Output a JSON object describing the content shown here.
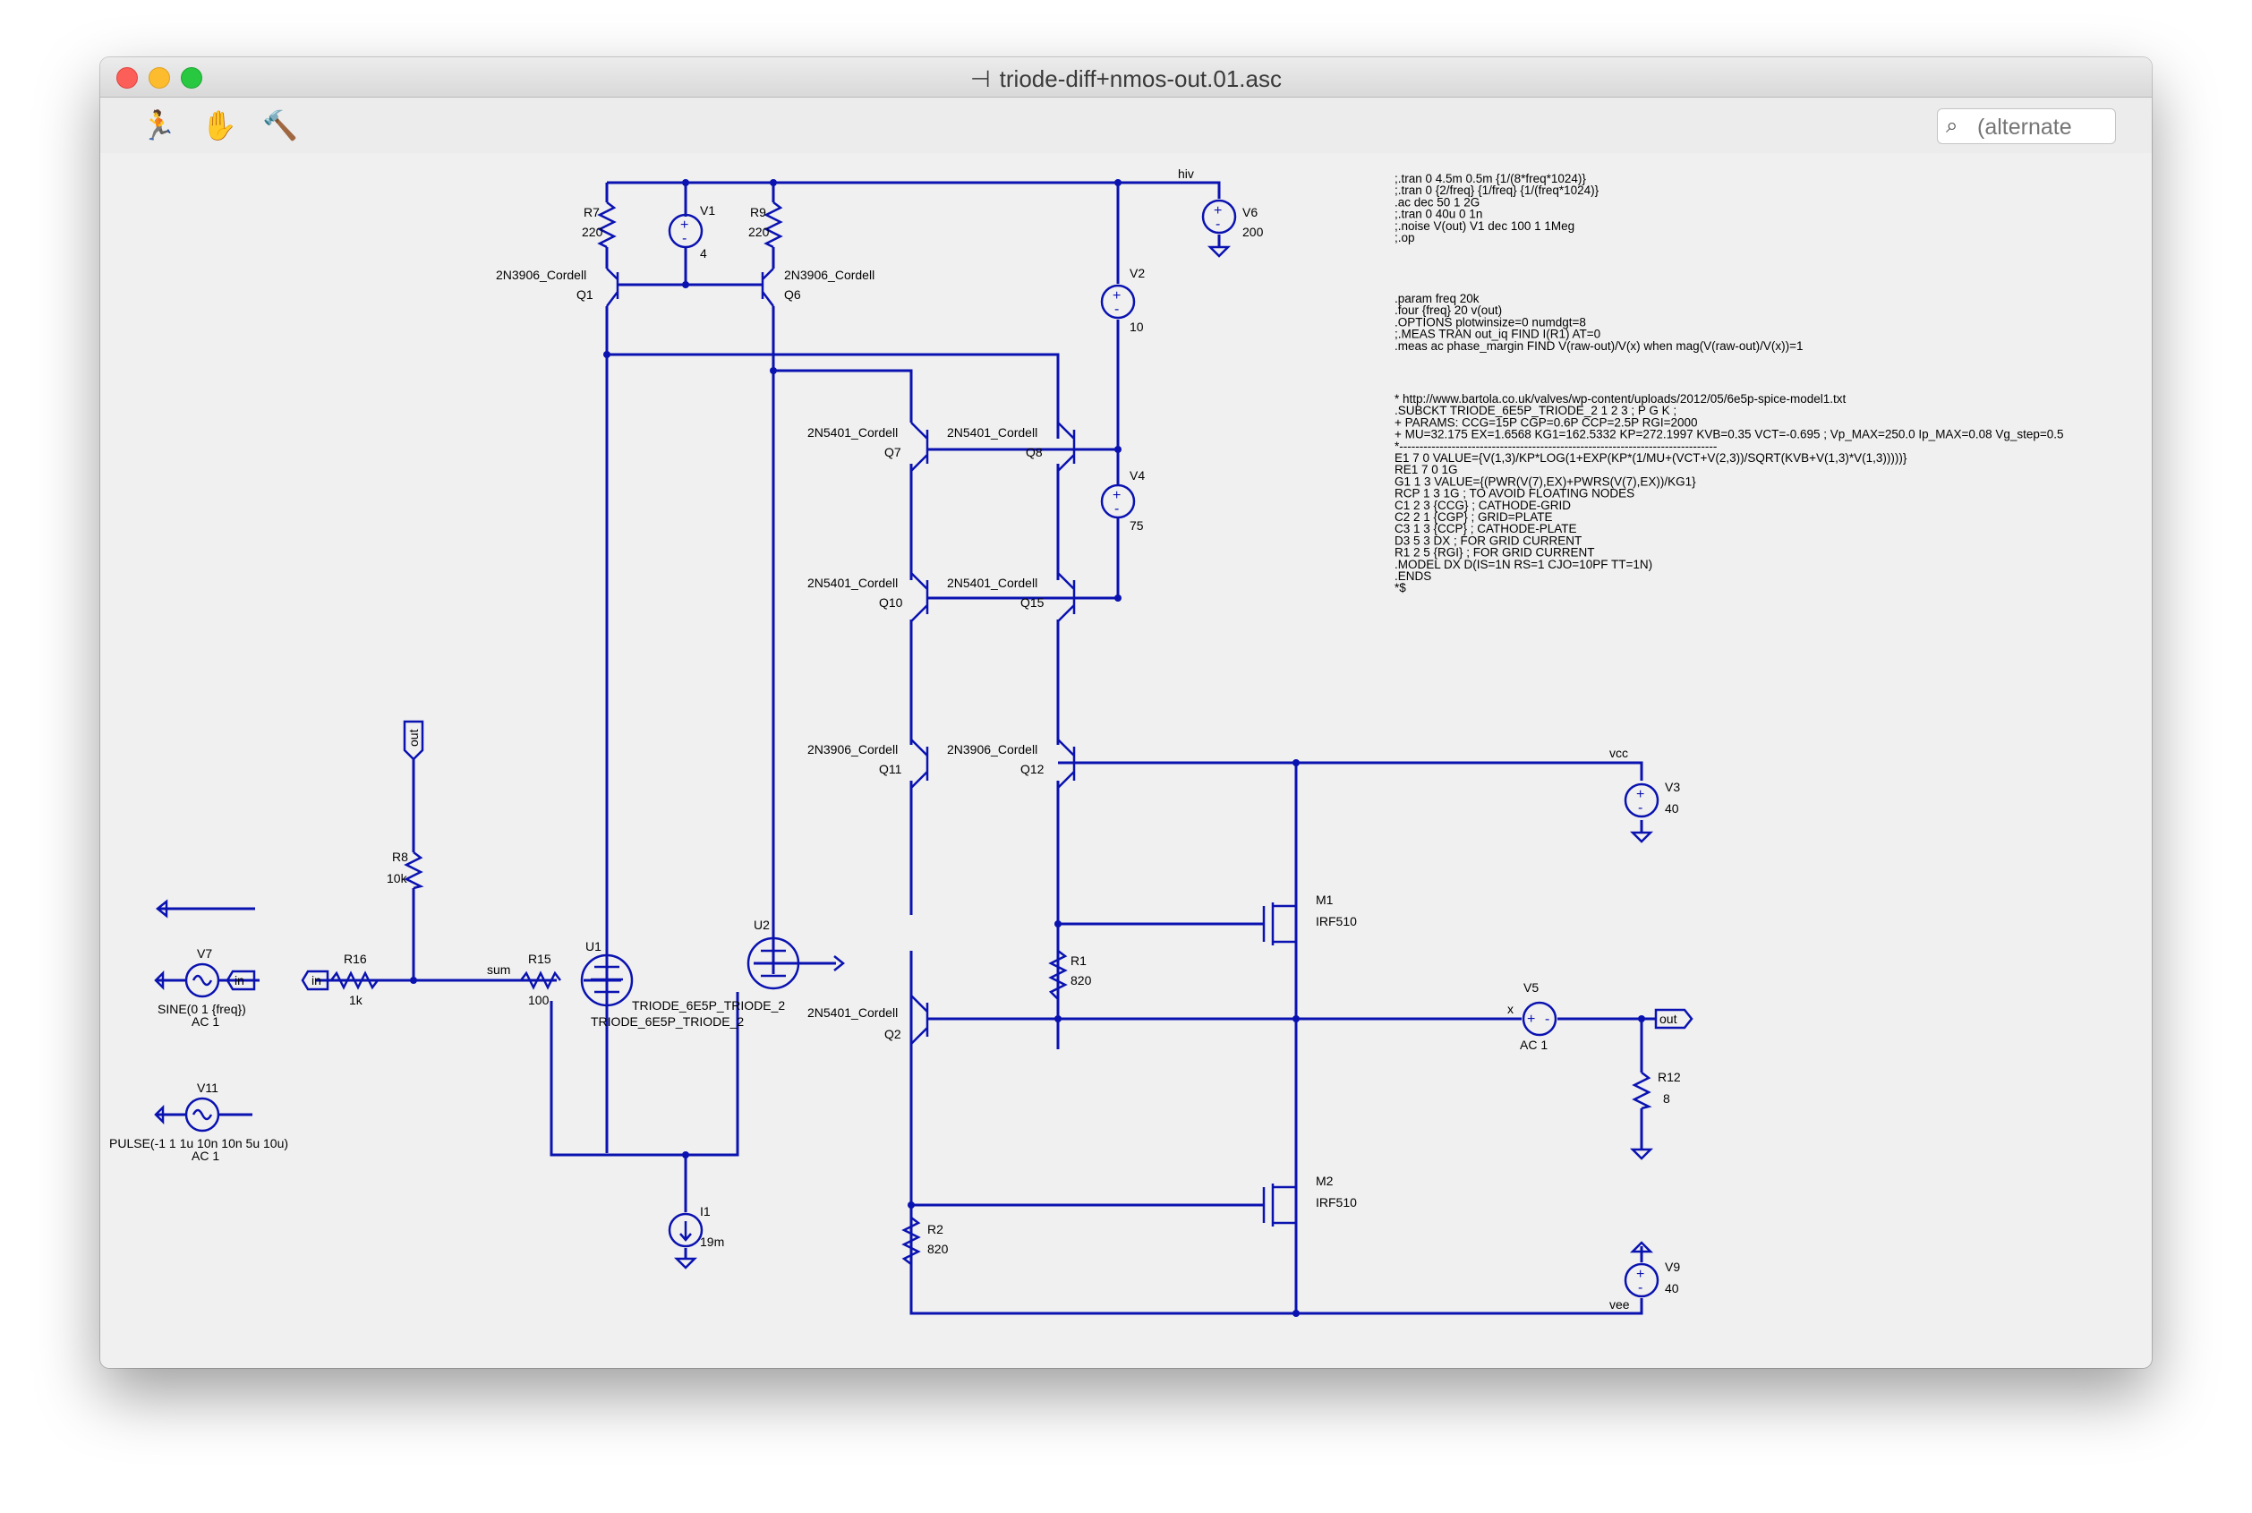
{
  "window": {
    "title": "triode-diff+nmos-out.01.asc"
  },
  "toolbar": {
    "tools": [
      "run-icon",
      "hand-icon",
      "hammer-icon"
    ],
    "search_placeholder": "(alternate"
  },
  "directives": {
    "group1": [
      ";.tran 0 4.5m 0.5m {1/(8*freq*1024)}",
      ";.tran 0 {2/freq} {1/freq} {1/(freq*1024)}",
      ".ac dec 50 1 2G",
      ";.tran 0 40u 0 1n",
      ";.noise V(out) V1 dec 100 1 1Meg",
      ";.op"
    ],
    "group2": [
      ".param freq 20k",
      ".four {freq} 20 v(out)",
      ".OPTIONS plotwinsize=0 numdgt=8",
      ";.MEAS TRAN out_iq FIND I(R1) AT=0",
      ".meas ac phase_margin FIND V(raw-out)/V(x) when mag(V(raw-out)/V(x))=1"
    ],
    "group3": [
      "* http://www.bartola.co.uk/valves/wp-content/uploads/2012/05/6e5p-spice-model1.txt",
      ".SUBCKT TRIODE_6E5P_TRIODE_2 1 2 3 ; P G K ;",
      "+ PARAMS: CCG=15P  CGP=0.6P CCP=2.5P RGI=2000",
      "+ MU=32.175 EX=1.6568 KG1=162.5332 KP=272.1997 KVB=0.35 VCT=-0.695 ; Vp_MAX=250.0 Ip_MAX=0.08 Vg_step=0.5",
      "*-------------------------------------------------------------------------------",
      "E1 7 0 VALUE={V(1,3)/KP*LOG(1+EXP(KP*(1/MU+(VCT+V(2,3))/SQRT(KVB+V(1,3)*V(1,3)))))}",
      "RE1 7 0 1G",
      "G1 1 3 VALUE={(PWR(V(7),EX)+PWRS(V(7),EX))/KG1}",
      "RCP 1 3 1G   ; TO AVOID FLOATING NODES",
      "C1 2 3 {CCG} ; CATHODE-GRID",
      "C2 2 1 {CGP} ; GRID=PLATE",
      "C3 1 3 {CCP} ; CATHODE-PLATE",
      "D3 5 3 DX ; FOR GRID CURRENT",
      "R1 2 5 {RGI} ; FOR GRID CURRENT",
      ".MODEL DX D(IS=1N RS=1 CJO=10PF TT=1N)",
      ".ENDS",
      "*$"
    ]
  },
  "components": {
    "r7": {
      "name": "R7",
      "value": "220"
    },
    "r9": {
      "name": "R9",
      "value": "220"
    },
    "v1": {
      "name": "V1",
      "value": "4"
    },
    "q1": {
      "model": "2N3906_Cordell",
      "name": "Q1"
    },
    "q6": {
      "model": "2N3906_Cordell",
      "name": "Q6"
    },
    "v6": {
      "name": "V6",
      "value": "200"
    },
    "v2": {
      "name": "V2",
      "value": "10"
    },
    "v4": {
      "name": "V4",
      "value": "75"
    },
    "q7": {
      "model": "2N5401_Cordell",
      "name": "Q7"
    },
    "q8": {
      "model": "2N5401_Cordell",
      "name": "Q8"
    },
    "q10": {
      "model": "2N5401_Cordell",
      "name": "Q10"
    },
    "q15": {
      "model": "2N5401_Cordell",
      "name": "Q15"
    },
    "q11": {
      "model": "2N3906_Cordell",
      "name": "Q11"
    },
    "q12": {
      "model": "2N3906_Cordell",
      "name": "Q12"
    },
    "q2": {
      "model": "2N5401_Cordell",
      "name": "Q2"
    },
    "v3": {
      "name": "V3",
      "value": "40"
    },
    "m1": {
      "name": "M1",
      "model": "IRF510"
    },
    "m2": {
      "name": "M2",
      "model": "IRF510"
    },
    "r1": {
      "name": "R1",
      "value": "820"
    },
    "r2": {
      "name": "R2",
      "value": "820"
    },
    "v5": {
      "name": "V5",
      "value": "AC 1"
    },
    "r12": {
      "name": "R12",
      "value": "8"
    },
    "v9": {
      "name": "V9",
      "value": "40"
    },
    "r8": {
      "name": "R8",
      "value": "10k"
    },
    "r16": {
      "name": "R16",
      "value": "1k"
    },
    "r15": {
      "name": "R15",
      "value": "100"
    },
    "u1": {
      "name": "U1",
      "model": "TRIODE_6E5P_TRIODE_2"
    },
    "u2": {
      "name": "U2",
      "model": "TRIODE_6E5P_TRIODE_2"
    },
    "i1": {
      "name": "I1",
      "value": "19m"
    },
    "v7": {
      "name": "V7",
      "value": "SINE(0 1 {freq})",
      "ac": "AC 1"
    },
    "v11": {
      "name": "V11",
      "value": "PULSE(-1 1 1u 10n 10n 5u 10u)",
      "ac": "AC 1"
    }
  },
  "nets": {
    "hiv": "hiv",
    "vcc": "vcc",
    "vee": "vee",
    "x": "x",
    "sum": "sum",
    "out": "out",
    "in": "in"
  }
}
